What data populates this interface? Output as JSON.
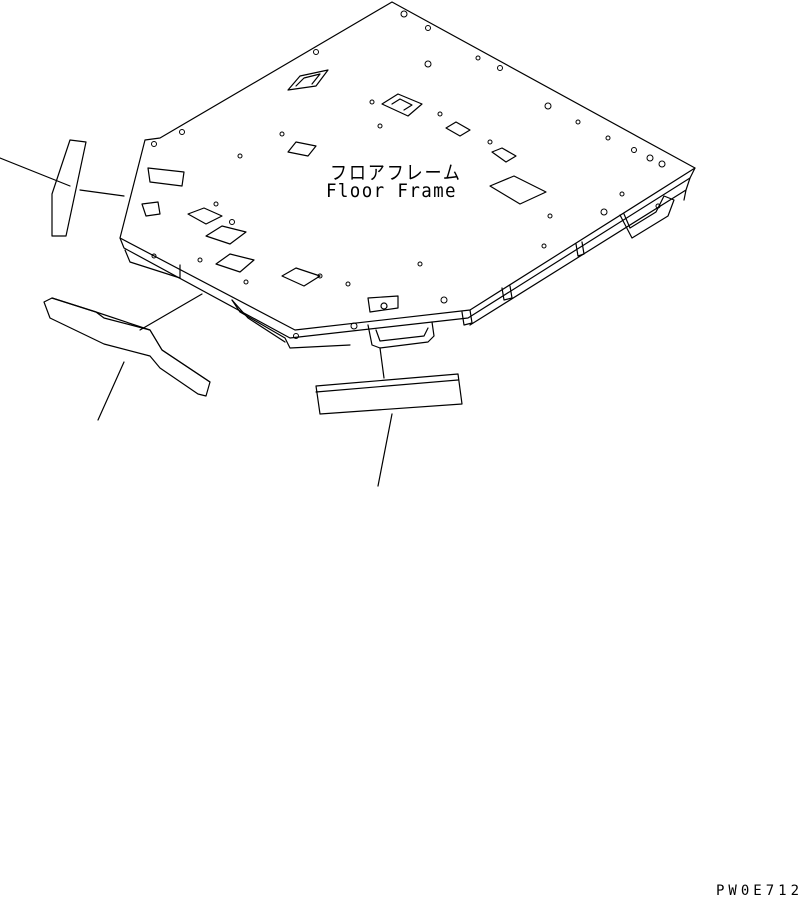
{
  "diagram": {
    "label_jp": "フロアフレーム",
    "label_en": "Floor Frame",
    "drawing_code": "PW0E712",
    "line_color": "#000000",
    "background_color": "#ffffff"
  }
}
